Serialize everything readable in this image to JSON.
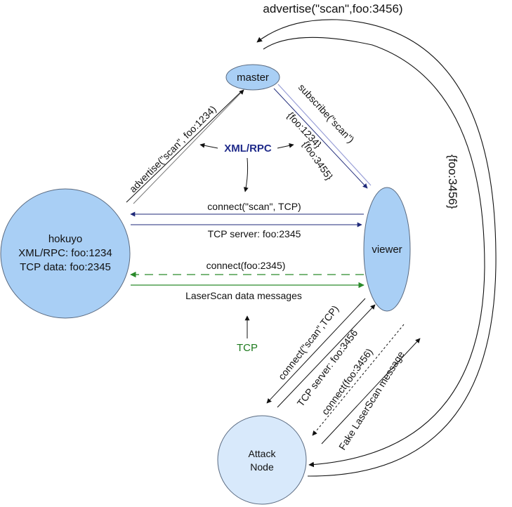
{
  "nodes": {
    "master": {
      "label": "master",
      "fill": "#a9cff5"
    },
    "hokuyo": {
      "lines": [
        "hokuyo",
        "XML/RPC: foo:1234",
        "TCP data: foo:2345"
      ],
      "fill": "#a9cff5"
    },
    "viewer": {
      "label": "viewer",
      "fill": "#a9cff5"
    },
    "attack": {
      "lines": [
        "Attack",
        "Node"
      ],
      "fill": "#d8e9fb"
    }
  },
  "labels": {
    "advertise_scan": "advertise(\"scan\", foo:1234)",
    "subscribe_scan": "subscribe(\"scan\")",
    "foo1234_reply": "{foo:1234}",
    "foo3455_reply": "{foo:3455}",
    "xmlrpc": "XML/RPC",
    "connect_scan_tcp": "connect(\"scan\", TCP)",
    "tcp_server_2345": "TCP server: foo:2345",
    "connect_2345": "connect(foo:2345)",
    "laserscan_messages": "LaserScan data messages",
    "tcp": "TCP",
    "attack_advertise": "advertise(\"scan\",foo:3456)",
    "foo3456_reply": "{foo:3456}",
    "viewer_connect_scan": "connect(\"scan\",TCP)",
    "tcp_server_3456": "TCP server: foo:3456",
    "connect_3456": "connect(foo:3456)",
    "fake_laserscan": "Fake LaserScan message"
  },
  "colors": {
    "xmlrpc_edge": "#1f2a7a",
    "xmlrpc_text": "#1f2a8a",
    "tcp_edge": "#2a8a2a",
    "tcp_text": "#1e7a1e",
    "master_edge": "#9aa0d8",
    "black": "#111111",
    "node_stroke": "#5a6a80"
  }
}
